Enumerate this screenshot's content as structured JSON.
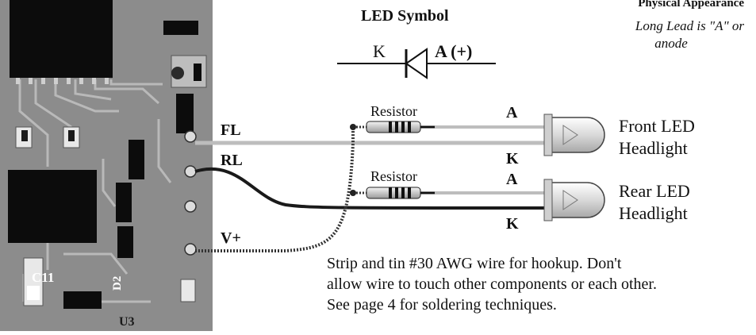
{
  "symbol": {
    "title": "LED Symbol",
    "k": "K",
    "a": "A (+)"
  },
  "physical": {
    "title": "Physical Appearance",
    "note1": "Long Lead is \"A\" or",
    "note2": "anode"
  },
  "wires": {
    "fl": "FL",
    "rl": "RL",
    "vplus": "V+"
  },
  "resistor1": "Resistor",
  "resistor2": "Resistor",
  "leds": [
    {
      "a": "A",
      "k": "K",
      "label1": "Front LED",
      "label2": "Headlight"
    },
    {
      "a": "A",
      "k": "K",
      "label1": "Rear LED",
      "label2": "Headlight"
    }
  ],
  "pcb": {
    "labels": [
      "C11",
      "D2",
      "U3"
    ]
  },
  "instructions": {
    "line1": "Strip and tin #30 AWG wire for hookup. Don't",
    "line2": "allow wire to touch other components or each other.",
    "line3": "See page 4 for soldering techniques."
  },
  "colors": {
    "pcb": "#8c8c8c",
    "pcbDark": "#5a5a5a",
    "chip": "#0c0c0c",
    "wire": "#1a1a1a",
    "wireGray": "#bdbdbd"
  }
}
